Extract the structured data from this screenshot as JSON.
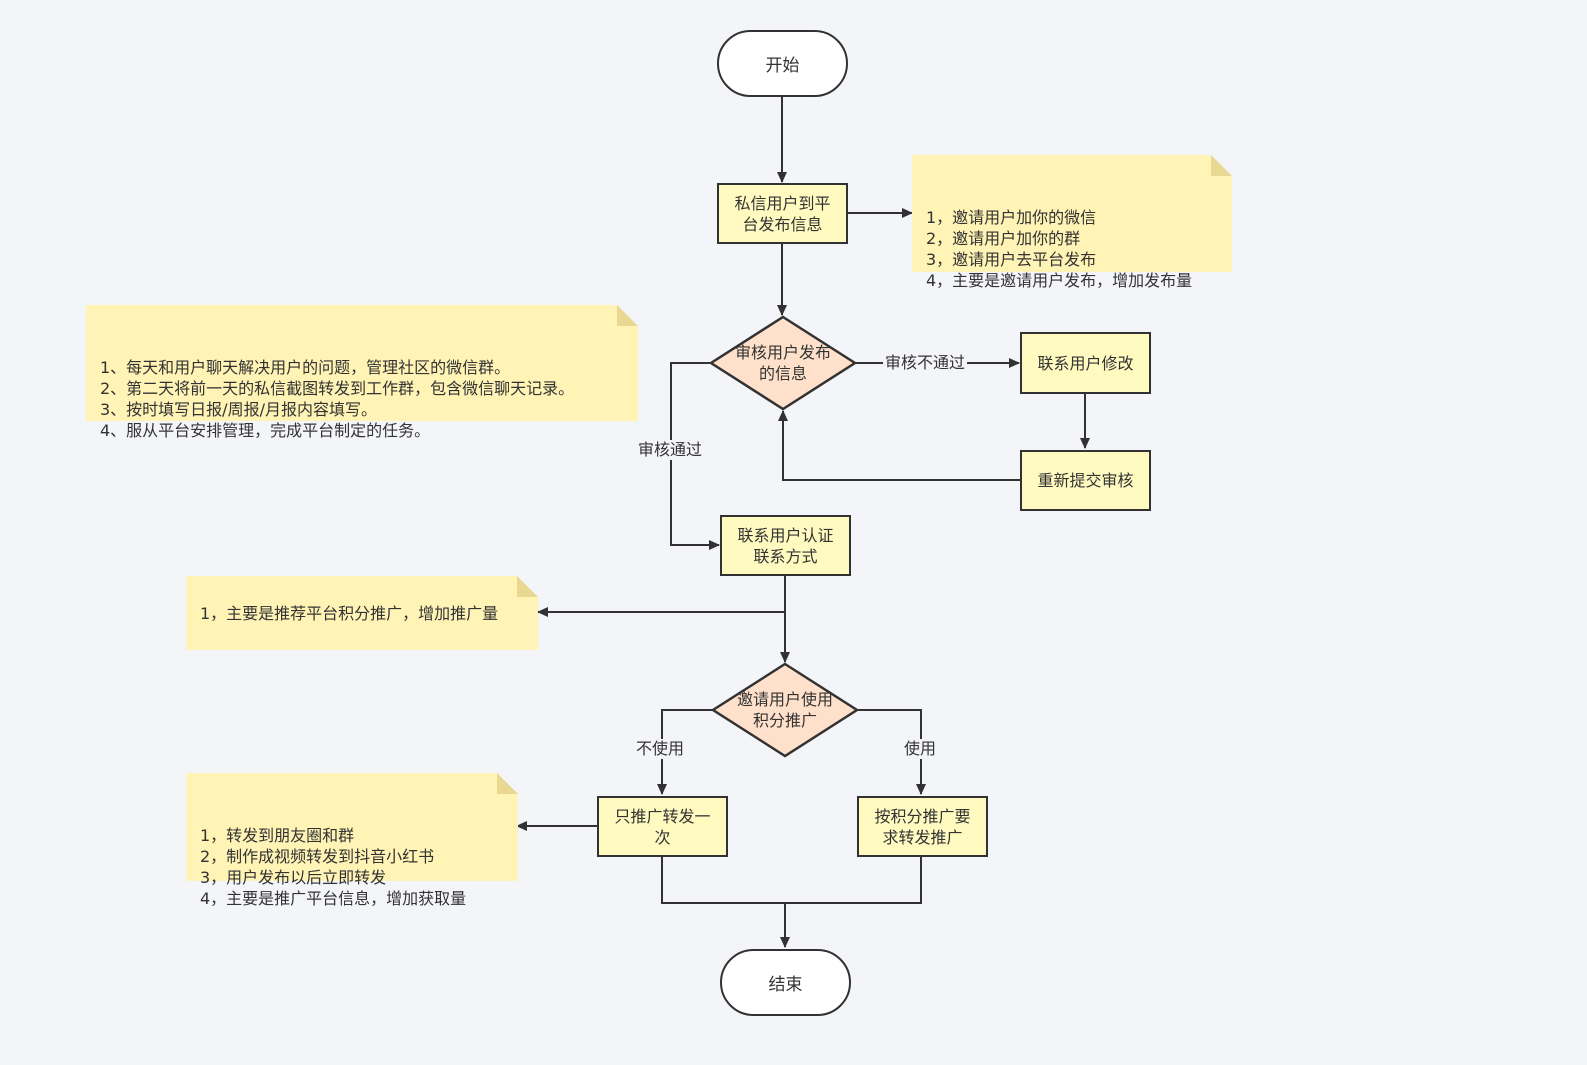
{
  "nodes": {
    "start": "开始",
    "private_message": "私信用户到平\n台发布信息",
    "review_decision": "审核用户发布\n的信息",
    "contact_modify": "联系用户修改",
    "resubmit": "重新提交审核",
    "contact_auth": "联系用户认证\n联系方式",
    "points_decision": "邀请用户使用\n积分推广",
    "promote_once": "只推广转发一\n次",
    "points_promote": "按积分推广要\n求转发推广",
    "end": "结束"
  },
  "edge_labels": {
    "review_fail": "审核不通过",
    "review_pass": "审核通过",
    "not_use": "不使用",
    "use": "使用"
  },
  "notes": {
    "invite": "1，邀请用户加你的微信\n2，邀请用户加你的群\n3，邀请用户去平台发布\n4，主要是邀请用户发布，增加发布量",
    "daily": "1、每天和用户聊天解决用户的问题，管理社区的微信群。\n2、第二天将前一天的私信截图转发到工作群，包含微信聊天记录。\n3、按时填写日报/周报/月报内容填写。\n4、服从平台安排管理，完成平台制定的任务。",
    "points": "1，主要是推荐平台积分推广，增加推广量",
    "forward": "1，转发到朋友圈和群\n2，制作成视频转发到抖音小红书\n3，用户发布以后立即转发\n4，主要是推广平台信息，增加获取量"
  },
  "colors": {
    "background": "#f4f5f9",
    "process_fill": "#fffbc0",
    "decision_fill": "#ffe1cb",
    "note_fill": "#fff3b5",
    "stroke": "#323232"
  }
}
